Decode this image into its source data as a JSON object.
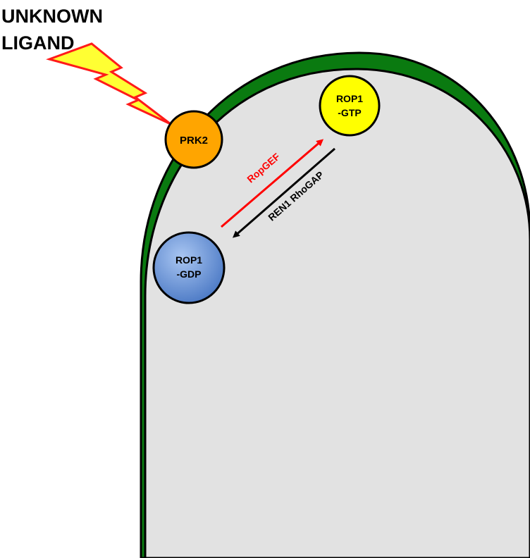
{
  "title": {
    "line1": "UNKNOWN",
    "line2": "LIGAND"
  },
  "nodes": {
    "prk2": {
      "label": "PRK2",
      "color": "#ffa500"
    },
    "rop1_gtp": {
      "line1": "ROP1",
      "line2": "-GTP",
      "color": "#ffff00"
    },
    "rop1_gdp": {
      "line1": "ROP1",
      "line2": "-GDP",
      "color": "#6a95d8"
    }
  },
  "arrows": {
    "activation": {
      "label": "RopGEF",
      "color": "#ff0000"
    },
    "inactivation": {
      "label": "REN1 RhoGAP",
      "color": "#000000"
    }
  },
  "cell": {
    "membrane_color": "#0a7a10",
    "cytoplasm_color": "#e2e2e2",
    "outline_color": "#000000"
  },
  "ligand_bolt": {
    "fill": "#ffff33",
    "stroke": "#ff1a1a"
  }
}
